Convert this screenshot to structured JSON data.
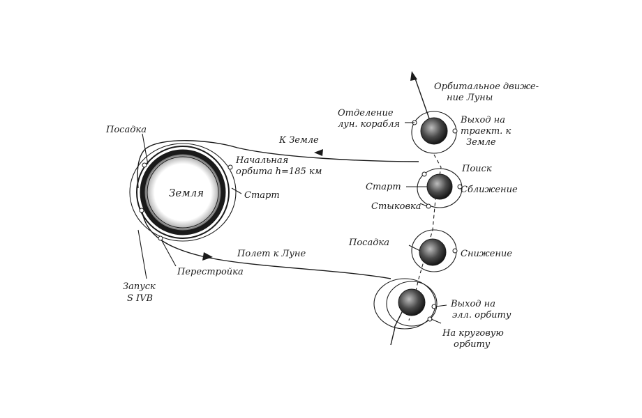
{
  "labels": {
    "earth": "Земля",
    "landing_earth": "Посадка",
    "to_earth": "К Земле",
    "initial_orbit_1": "Начальная",
    "initial_orbit_2": "орбита h=185 км",
    "start_earth": "Старт",
    "launch_1": "Запуск",
    "launch_2": "S IVB",
    "restructure": "Перестройка",
    "flight_to_moon": "Полет к Луне",
    "moon_orbital_motion_1": "Орбитальное движе-",
    "moon_orbital_motion_2": "ние Луны",
    "separation_1": "Отделение",
    "separation_2": "лун. корабля",
    "exit_traj_1": "Выход на",
    "exit_traj_2": "траект. к",
    "exit_traj_3": "Земле",
    "search": "Поиск",
    "start_moon": "Старт",
    "approach": "Сближение",
    "docking": "Стыковка",
    "landing_moon": "Посадка",
    "descent": "Снижение",
    "exit_ell_1": "Выход на",
    "exit_ell_2": "элл. орбиту",
    "circular_1": "На круговую",
    "circular_2": "орбиту"
  }
}
